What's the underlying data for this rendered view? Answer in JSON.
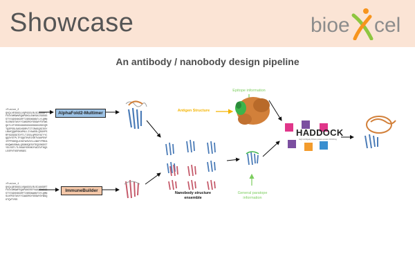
{
  "header": {
    "title": "Showcase",
    "logo_text_left": "bioe",
    "logo_text_right": "cel",
    "logo_colors": {
      "x_green": "#8ec63f",
      "x_orange": "#f7941d",
      "text": "#8c8c8c"
    }
  },
  "slide": {
    "subtitle": "An antibody / nanobody design pipeline"
  },
  "pipeline": {
    "sequence_top": ">Fusion_2\nQVQLVESGGGLVQPGGSLRLSCAASGFT\nFSSYAMSWVRQAPGKGLEWVSAISGSGG\nSTYYADSVKGRFTISRDNSKNTLYLQMN\nSLRAEDTAVYYCAKDRGYSSGWYFDYWG\nQGTLVTVSSGGGGSGGGGSGGGGSDIQM\nTQSPSSLSASVGDRVTITCRASQSISSY\nLNWYQQKPGKAPKLLIYAASSLQSGVPS\nRFSGSGSGTDFTLTISSLQPEDFATYYC\nQQSYSTPLTFGQGTKVEIKRTVAAPSVF\nIFPPSDEQLKSGTASVVCLLNNFYPREA\nKVQWKVDNALQSGNSQESVTEQDSKDST\nYSLSSTLTLSKADYEKHKVYACEVTHQG\nLSSPVTKSFNRGEC",
    "sequence_bottom": ">Fusion_1\nQVQLQESGGGLVQAGGSLRLSCAASGRT\nFSSYAMGWFRQAPGKEREFVAAISWSGG\nSTYYADSVKGRFTISRDNAKNTVYLQMN\nSLKPEDTAVYYCAADRGYSSSWYDYWGQ\nGTQVTVSS",
    "tool_top": "AlphaFold2-Multimer",
    "tool_bottom": "ImmuneBuilder",
    "antigen_label": "Antigen Structure",
    "epitope_label": "Epitope information",
    "ensemble_label": "Nanobody structure\nensemble",
    "paratope_label": "General paratope\ninformation",
    "docking_label": "HADDOCK",
    "docking_sub": "High Ambiguity Driven protein-protein DOCKing",
    "colors": {
      "antigen_label": "#f4b400",
      "epitope_label": "#7ccd5e",
      "paratope_label": "#7ccd5e",
      "antibody_blue": "#4a7bb7",
      "nanobody_red": "#c55a6a",
      "antigen_orange": "#d2803a",
      "epitope_green": "#3cb44b",
      "haddock_pink": "#e0368a",
      "haddock_orange": "#f39c2d",
      "haddock_purple": "#7b4fa0",
      "haddock_blue": "#3a8fd0"
    }
  }
}
